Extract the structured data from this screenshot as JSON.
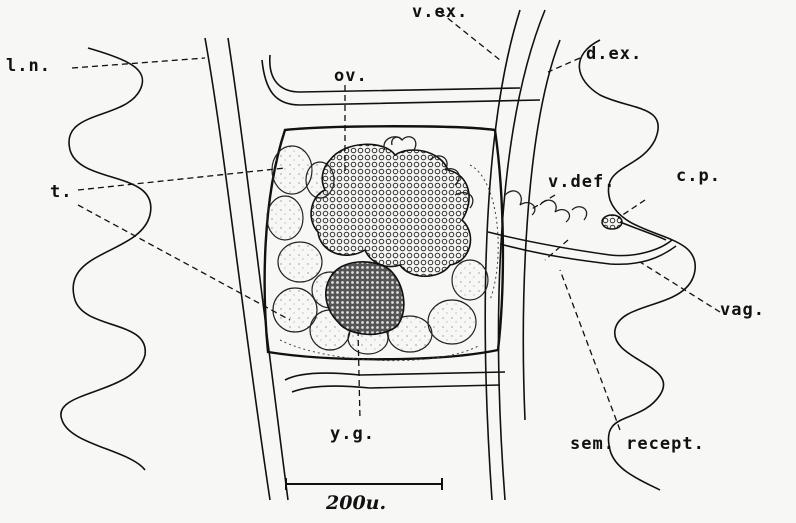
{
  "labels": {
    "ln": "l.n.",
    "vex": "v.ex.",
    "dex": "d.ex.",
    "ov": "ov.",
    "t": "t.",
    "vdef": "v.def.",
    "cp": "c.p.",
    "vag": "vag.",
    "yg": "y.g.",
    "semrecept": "sem. recept."
  },
  "scale_bar": {
    "label": "200u."
  }
}
